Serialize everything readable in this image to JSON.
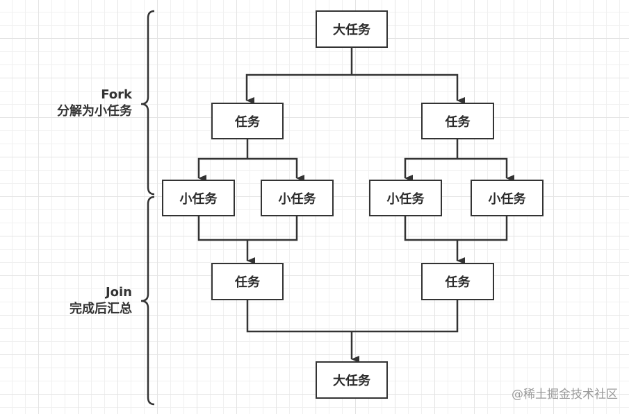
{
  "diagram": {
    "type": "fork-join-flow",
    "stroke_color": "#333333",
    "phases": [
      {
        "title": "Fork",
        "subtitle": "分解为小任务"
      },
      {
        "title": "Join",
        "subtitle": "完成后汇总"
      }
    ],
    "nodes": {
      "root": "大任务",
      "task_left": "任务",
      "task_right": "任务",
      "sub_1": "小任务",
      "sub_2": "小任务",
      "sub_3": "小任务",
      "sub_4": "小任务",
      "merge_left": "任务",
      "merge_right": "任务",
      "result": "大任务"
    },
    "edges": [
      [
        "root",
        "task_left"
      ],
      [
        "root",
        "task_right"
      ],
      [
        "task_left",
        "sub_1"
      ],
      [
        "task_left",
        "sub_2"
      ],
      [
        "task_right",
        "sub_3"
      ],
      [
        "task_right",
        "sub_4"
      ],
      [
        "sub_1",
        "merge_left"
      ],
      [
        "sub_2",
        "merge_left"
      ],
      [
        "sub_3",
        "merge_right"
      ],
      [
        "sub_4",
        "merge_right"
      ],
      [
        "merge_left",
        "result"
      ],
      [
        "merge_right",
        "result"
      ]
    ]
  },
  "watermark": "@稀土掘金技术社区"
}
